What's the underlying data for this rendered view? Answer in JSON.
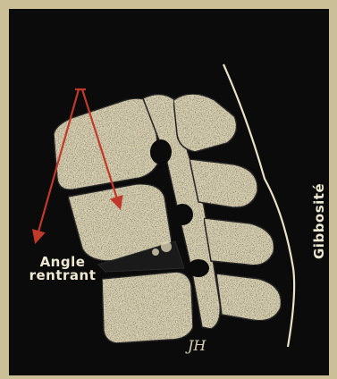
{
  "labels": {
    "angle_line1": "Angle",
    "angle_line2": "rentrant",
    "gibbosite": "Gibbosité",
    "monogram": "JH"
  },
  "colors": {
    "background": "#0b0b0b",
    "paper": "#cbbf98",
    "bone": "#ddd4b5",
    "arrow": "#c0392b",
    "label": "#efe8d2"
  }
}
